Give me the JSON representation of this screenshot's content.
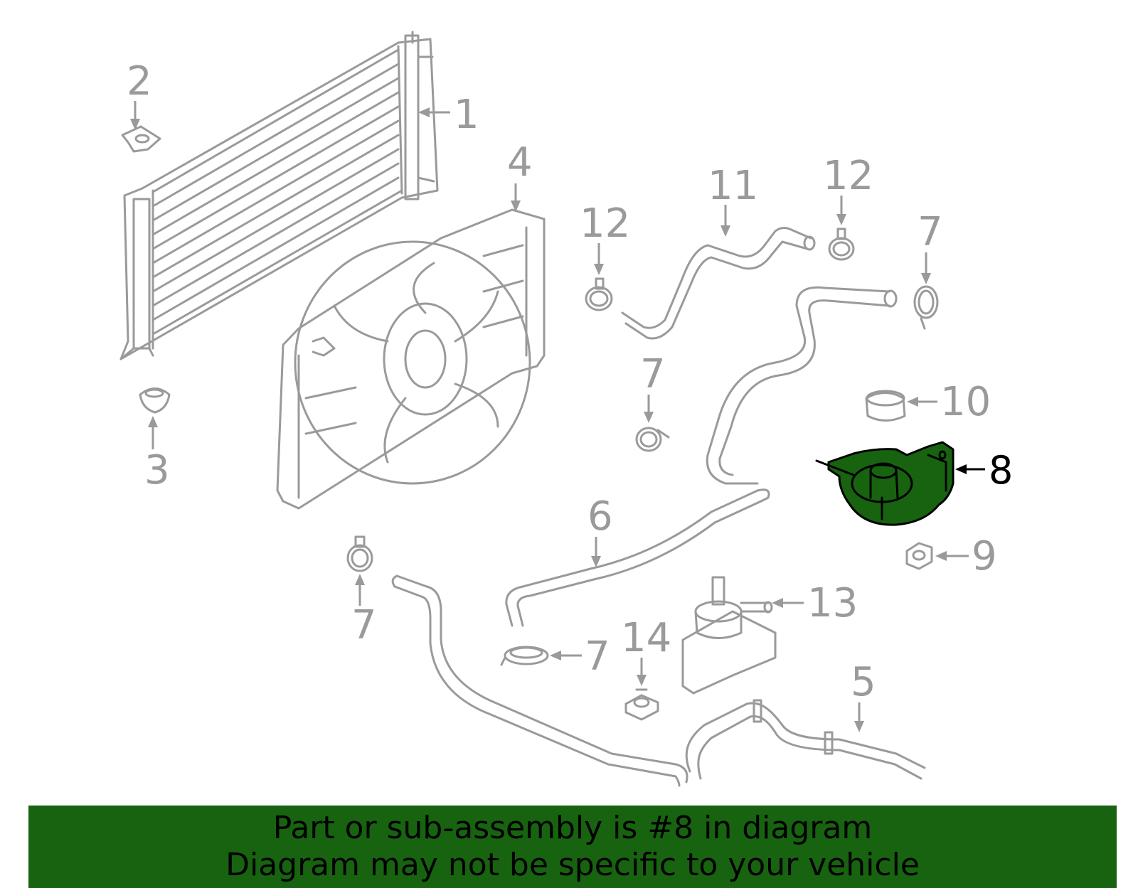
{
  "callouts": [
    {
      "id": "c1",
      "label": "1"
    },
    {
      "id": "c2",
      "label": "2"
    },
    {
      "id": "c3",
      "label": "3"
    },
    {
      "id": "c4",
      "label": "4"
    },
    {
      "id": "c5",
      "label": "5"
    },
    {
      "id": "c6",
      "label": "6"
    },
    {
      "id": "c7a",
      "label": "7"
    },
    {
      "id": "c7b",
      "label": "7"
    },
    {
      "id": "c7c",
      "label": "7"
    },
    {
      "id": "c7d",
      "label": "7"
    },
    {
      "id": "c8",
      "label": "8"
    },
    {
      "id": "c9",
      "label": "9"
    },
    {
      "id": "c10",
      "label": "10"
    },
    {
      "id": "c11",
      "label": "11"
    },
    {
      "id": "c12a",
      "label": "12"
    },
    {
      "id": "c12b",
      "label": "12"
    },
    {
      "id": "c13",
      "label": "13"
    },
    {
      "id": "c14",
      "label": "14"
    }
  ],
  "highlighted_part": "8",
  "colors": {
    "line": "#9a9a9a",
    "highlight_fill": "#176310",
    "banner": "#176310",
    "text": "#000000"
  },
  "banner": {
    "line1": "Part or sub-assembly is #8 in diagram",
    "line2": "Diagram may not be specific to your vehicle"
  }
}
